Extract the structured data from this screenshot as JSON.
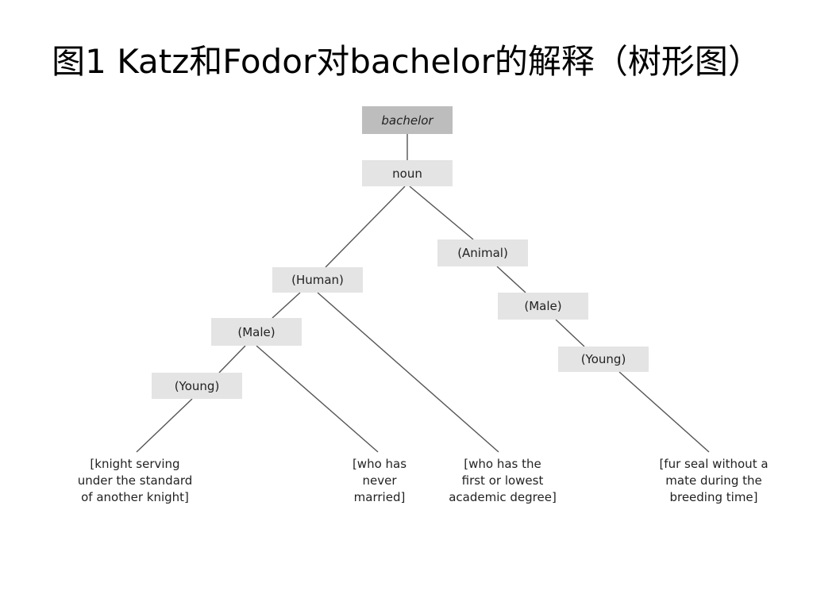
{
  "title": "图1  Katz和Fodor对bachelor的解释（树形图）",
  "tree": {
    "root": "bachelor",
    "noun": "noun",
    "human": "(Human)",
    "animal": "(Animal)",
    "human_male": "(Male)",
    "animal_male": "(Male)",
    "human_young": "(Young)",
    "animal_young": "(Young)"
  },
  "leaves": {
    "knight": [
      "[knight serving",
      "under the standard",
      "of another knight]"
    ],
    "unmarried": [
      "[who has",
      "never",
      "married]"
    ],
    "degree": [
      "[who has the",
      "first or lowest",
      "academic degree]"
    ],
    "seal": [
      "[fur seal without a",
      "mate during the",
      "breeding time]"
    ]
  }
}
